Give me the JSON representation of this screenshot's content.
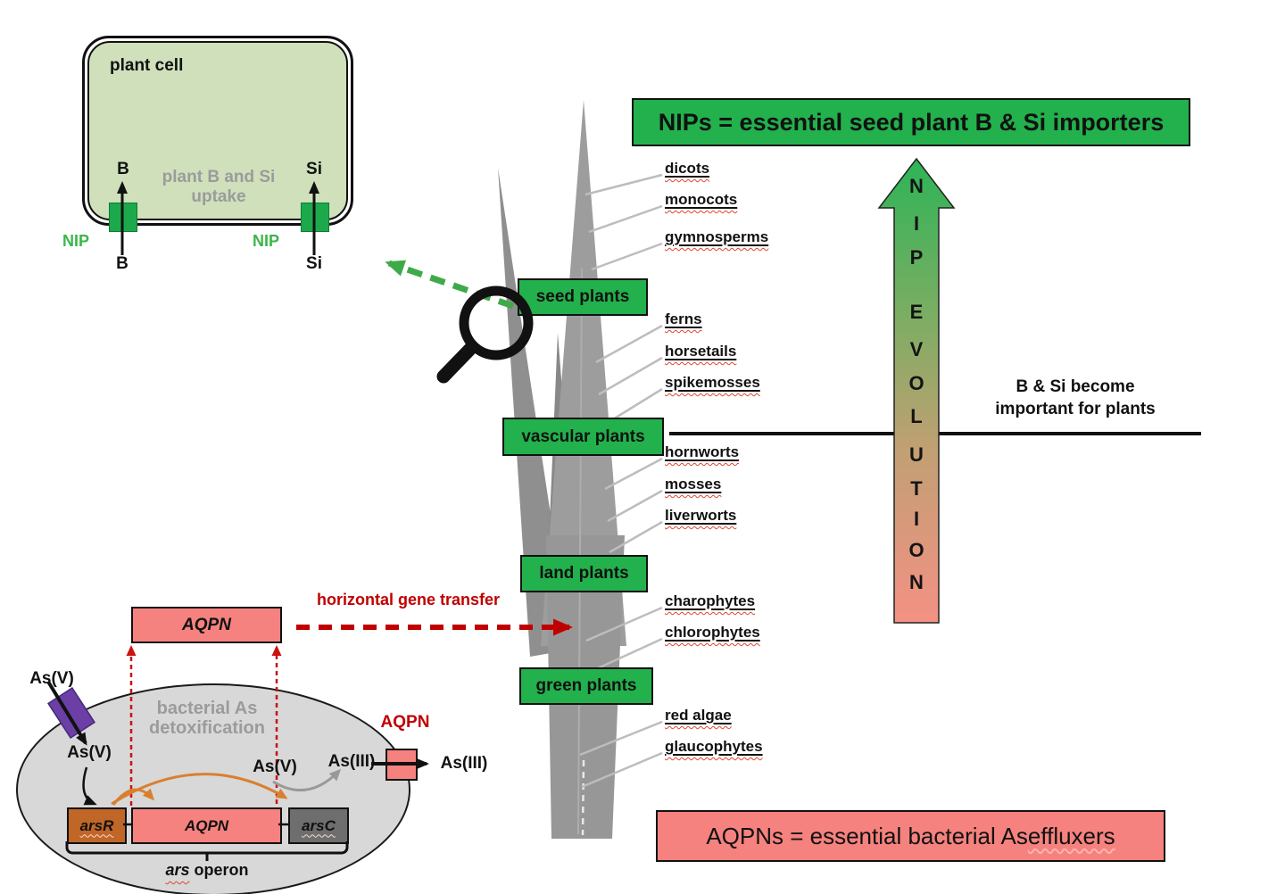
{
  "plant_cell": {
    "title": "plant cell",
    "subtitle_line1": "plant B and Si",
    "subtitle_line2": "uptake",
    "nip_left": "NIP",
    "nip_right": "NIP",
    "b_inside": "B",
    "b_outside": "B",
    "si_inside": "Si",
    "si_outside": "Si"
  },
  "banner_top": {
    "text": "NIPs = essential seed plant B & Si importers"
  },
  "banner_bottom": {
    "text_before": "AQPNs = essential bacterial As ",
    "text_wavy": "effluxers"
  },
  "tree": {
    "clades": [
      {
        "label": "seed plants"
      },
      {
        "label": "vascular plants"
      },
      {
        "label": "land plants"
      },
      {
        "label": "green plants"
      }
    ],
    "taxa": [
      {
        "label": "dicots"
      },
      {
        "label": "monocots"
      },
      {
        "label": "gymnosperms"
      },
      {
        "label": "ferns"
      },
      {
        "label": "horsetails"
      },
      {
        "label": "spikemosses"
      },
      {
        "label": "hornworts"
      },
      {
        "label": "mosses"
      },
      {
        "label": "liverworts"
      },
      {
        "label": "charophytes"
      },
      {
        "label": "chlorophytes"
      },
      {
        "label": "red algae"
      },
      {
        "label": "glaucophytes"
      }
    ]
  },
  "evolution": {
    "letters": [
      "N",
      "I",
      "P",
      "E",
      "V",
      "O",
      "L",
      "U",
      "T",
      "I",
      "O",
      "N"
    ],
    "note_line1": "B & Si become",
    "note_line2": "important for plants"
  },
  "hgt": {
    "label": "horizontal gene transfer"
  },
  "bacteria": {
    "title_line1": "bacterial As",
    "title_line2": "detoxification",
    "free_gene": "AQPN",
    "asv_outside": "As(V)",
    "asv_inside": "As(V)",
    "asv_right": "As(V)",
    "asiii_inside": "As(III)",
    "asiii_outside": "As(III)",
    "aqpn_channel_label": "AQPN",
    "genes": [
      {
        "label": "arsR"
      },
      {
        "label": "AQPN"
      },
      {
        "label": "arsC"
      }
    ],
    "operon_italic": "ars",
    "operon_rest": " operon"
  },
  "colors": {
    "clade_green": "#22b14c",
    "salmon": "#f5827e",
    "dark_red": "#c00000",
    "arsr_brown": "#c06627",
    "arsc_gray": "#6e6e6e",
    "purple": "#6b3fa6",
    "nip_label_green": "#3cb54a",
    "tree_gray": "#9d9d9d"
  }
}
